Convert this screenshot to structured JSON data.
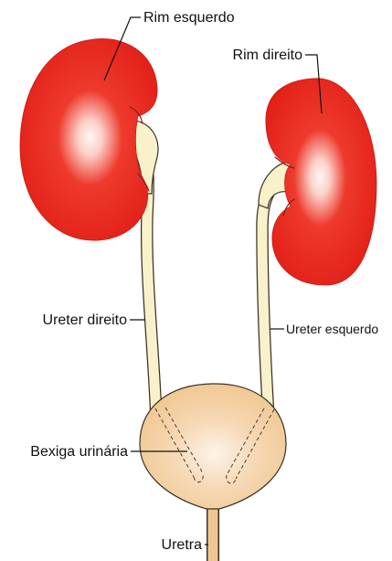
{
  "labels": {
    "rim_esquerdo": "Rim esquerdo",
    "rim_direito": "Rim direito",
    "ureter_direito": "Ureter direito",
    "ureter_esquerdo": "Ureter esquerdo",
    "bexiga_urinaria": "Bexiga urinária",
    "uretra": "Uretra"
  },
  "colors": {
    "kidney_center": "#fff6f3",
    "kidney_mid": "#ee3a2d",
    "kidney_edge": "#e01c15",
    "ureter_fill": "#f8f1c9",
    "bladder_center": "#fdf3ea",
    "bladder_edge": "#f0c690",
    "outline": "#3b3226"
  }
}
